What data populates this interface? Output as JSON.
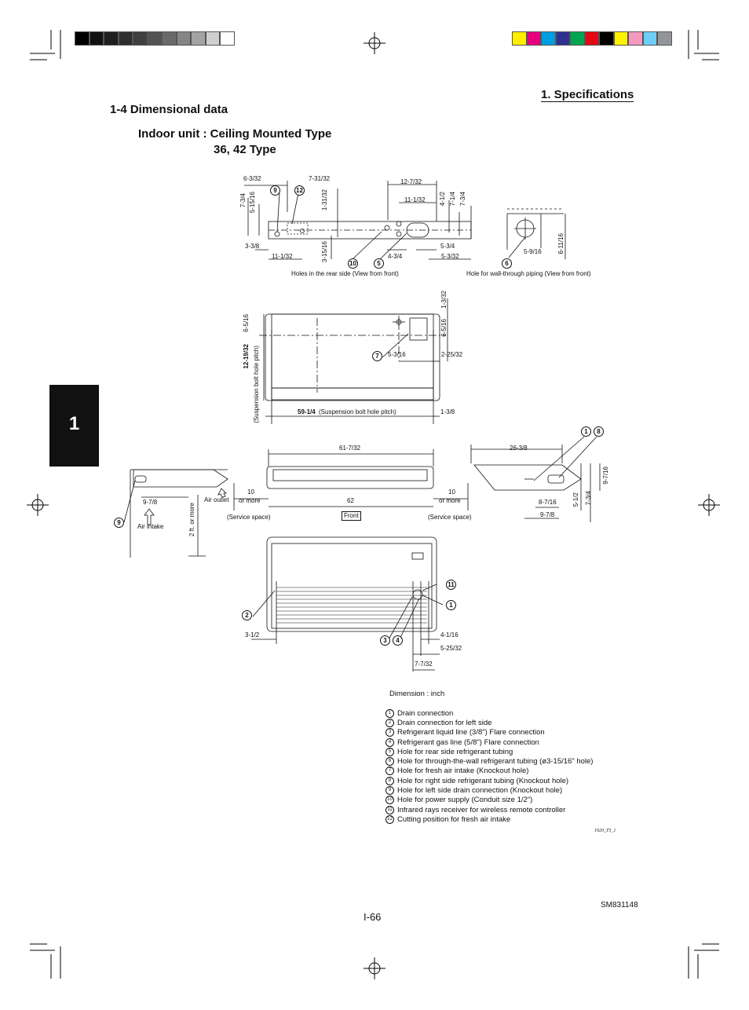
{
  "header": {
    "section": "1. Specifications",
    "title": "1-4   Dimensional data",
    "subtitle1": "Indoor unit : Ceiling Mounted Type",
    "subtitle2": "36, 42 Type"
  },
  "side_tab": "1",
  "color_bar": {
    "grays": [
      "#000000",
      "#111111",
      "#1f1f1f",
      "#2e2e2e",
      "#404040",
      "#525252",
      "#6a6a6a",
      "#858585",
      "#a3a3a3",
      "#cfcfcf",
      "#ffffff"
    ],
    "colors": [
      "#ffee00",
      "#e6007e",
      "#009fe3",
      "#2e3192",
      "#00a650",
      "#e30613",
      "#000000",
      "#fff200",
      "#f49ac1",
      "#6dcff6",
      "#939598"
    ]
  },
  "drawing": {
    "top_left_labels": [
      "6-3/32",
      "7-31/32",
      "7-3/4",
      "5-15/16",
      "1-31/32",
      "3-3/8",
      "11-1/32",
      "3-15/16"
    ],
    "top_mid_labels": [
      "12-7/32",
      "11-1/32",
      "4-1/2",
      "7-1/4",
      "7-3/4",
      "5-3/4",
      "4-3/4",
      "5-3/32"
    ],
    "wall_labels": [
      "5-9/16",
      "6-11/16"
    ],
    "caption_rear": "Holes in the rear side (View from front)",
    "caption_wall": "Hole for wall-through piping (View from front)",
    "plan_labels": [
      "1-3/32",
      "6-5/16",
      "6-5/16",
      "12-19/32",
      "(Suspension bolt hole pitch)",
      "5-3/16",
      "2-25/32",
      "59-1/4",
      "(Suspension bolt hole pitch)",
      "1-3/8"
    ],
    "front_labels": [
      "61-7/32",
      "26-3/8",
      "10",
      "or more",
      "62",
      "10",
      "or more",
      "Front",
      "(Service space)",
      "(Service space)",
      "9-7/8",
      "Air outlet",
      "Air intake",
      "2 ft. or more",
      "8-7/16",
      "9-7/8",
      "5-1/2",
      "7-3/4",
      "9-7/16"
    ],
    "bottom_labels": [
      "3-1/2",
      "4-1/16",
      "5-25/32",
      "7-7/32"
    ],
    "markers": {
      "m1": "1",
      "m2": "2",
      "m3": "3",
      "m4": "4",
      "m5": "5",
      "m6": "6",
      "m7": "7",
      "m8": "8",
      "m9": "9",
      "m10": "10",
      "m11": "11",
      "m12": "12"
    }
  },
  "legend_title": "Dimension : inch",
  "legend": [
    {
      "n": "1",
      "text": "Drain connection"
    },
    {
      "n": "2",
      "text": "Drain connection for left side"
    },
    {
      "n": "3",
      "text": "Refrigerant liquid line (3/8\") Flare connection"
    },
    {
      "n": "4",
      "text": "Refrigerant gas line (5/8\") Flare connection"
    },
    {
      "n": "5",
      "text": "Hole for rear side refrigerant tubing"
    },
    {
      "n": "6",
      "text": "Hole for through-the-wall refrigerant tubing (ø3-15/16\" hole)"
    },
    {
      "n": "7",
      "text": "Hole for fresh air intake (Knockout hole)"
    },
    {
      "n": "8",
      "text": "Hole for right side refrigerant tubing (Knockout hole)"
    },
    {
      "n": "9",
      "text": "Hole for left side drain connection (Knockout hole)"
    },
    {
      "n": "10",
      "text": "Hole for power supply (Conduit size 1/2\")"
    },
    {
      "n": "11",
      "text": "Infrared rays receiver for wireless remote controller"
    },
    {
      "n": "12",
      "text": "Cutting position for fresh air intake"
    }
  ],
  "drawing_code": "1920_T5_1",
  "doc_code": "SM831148",
  "page_number": "I-66"
}
